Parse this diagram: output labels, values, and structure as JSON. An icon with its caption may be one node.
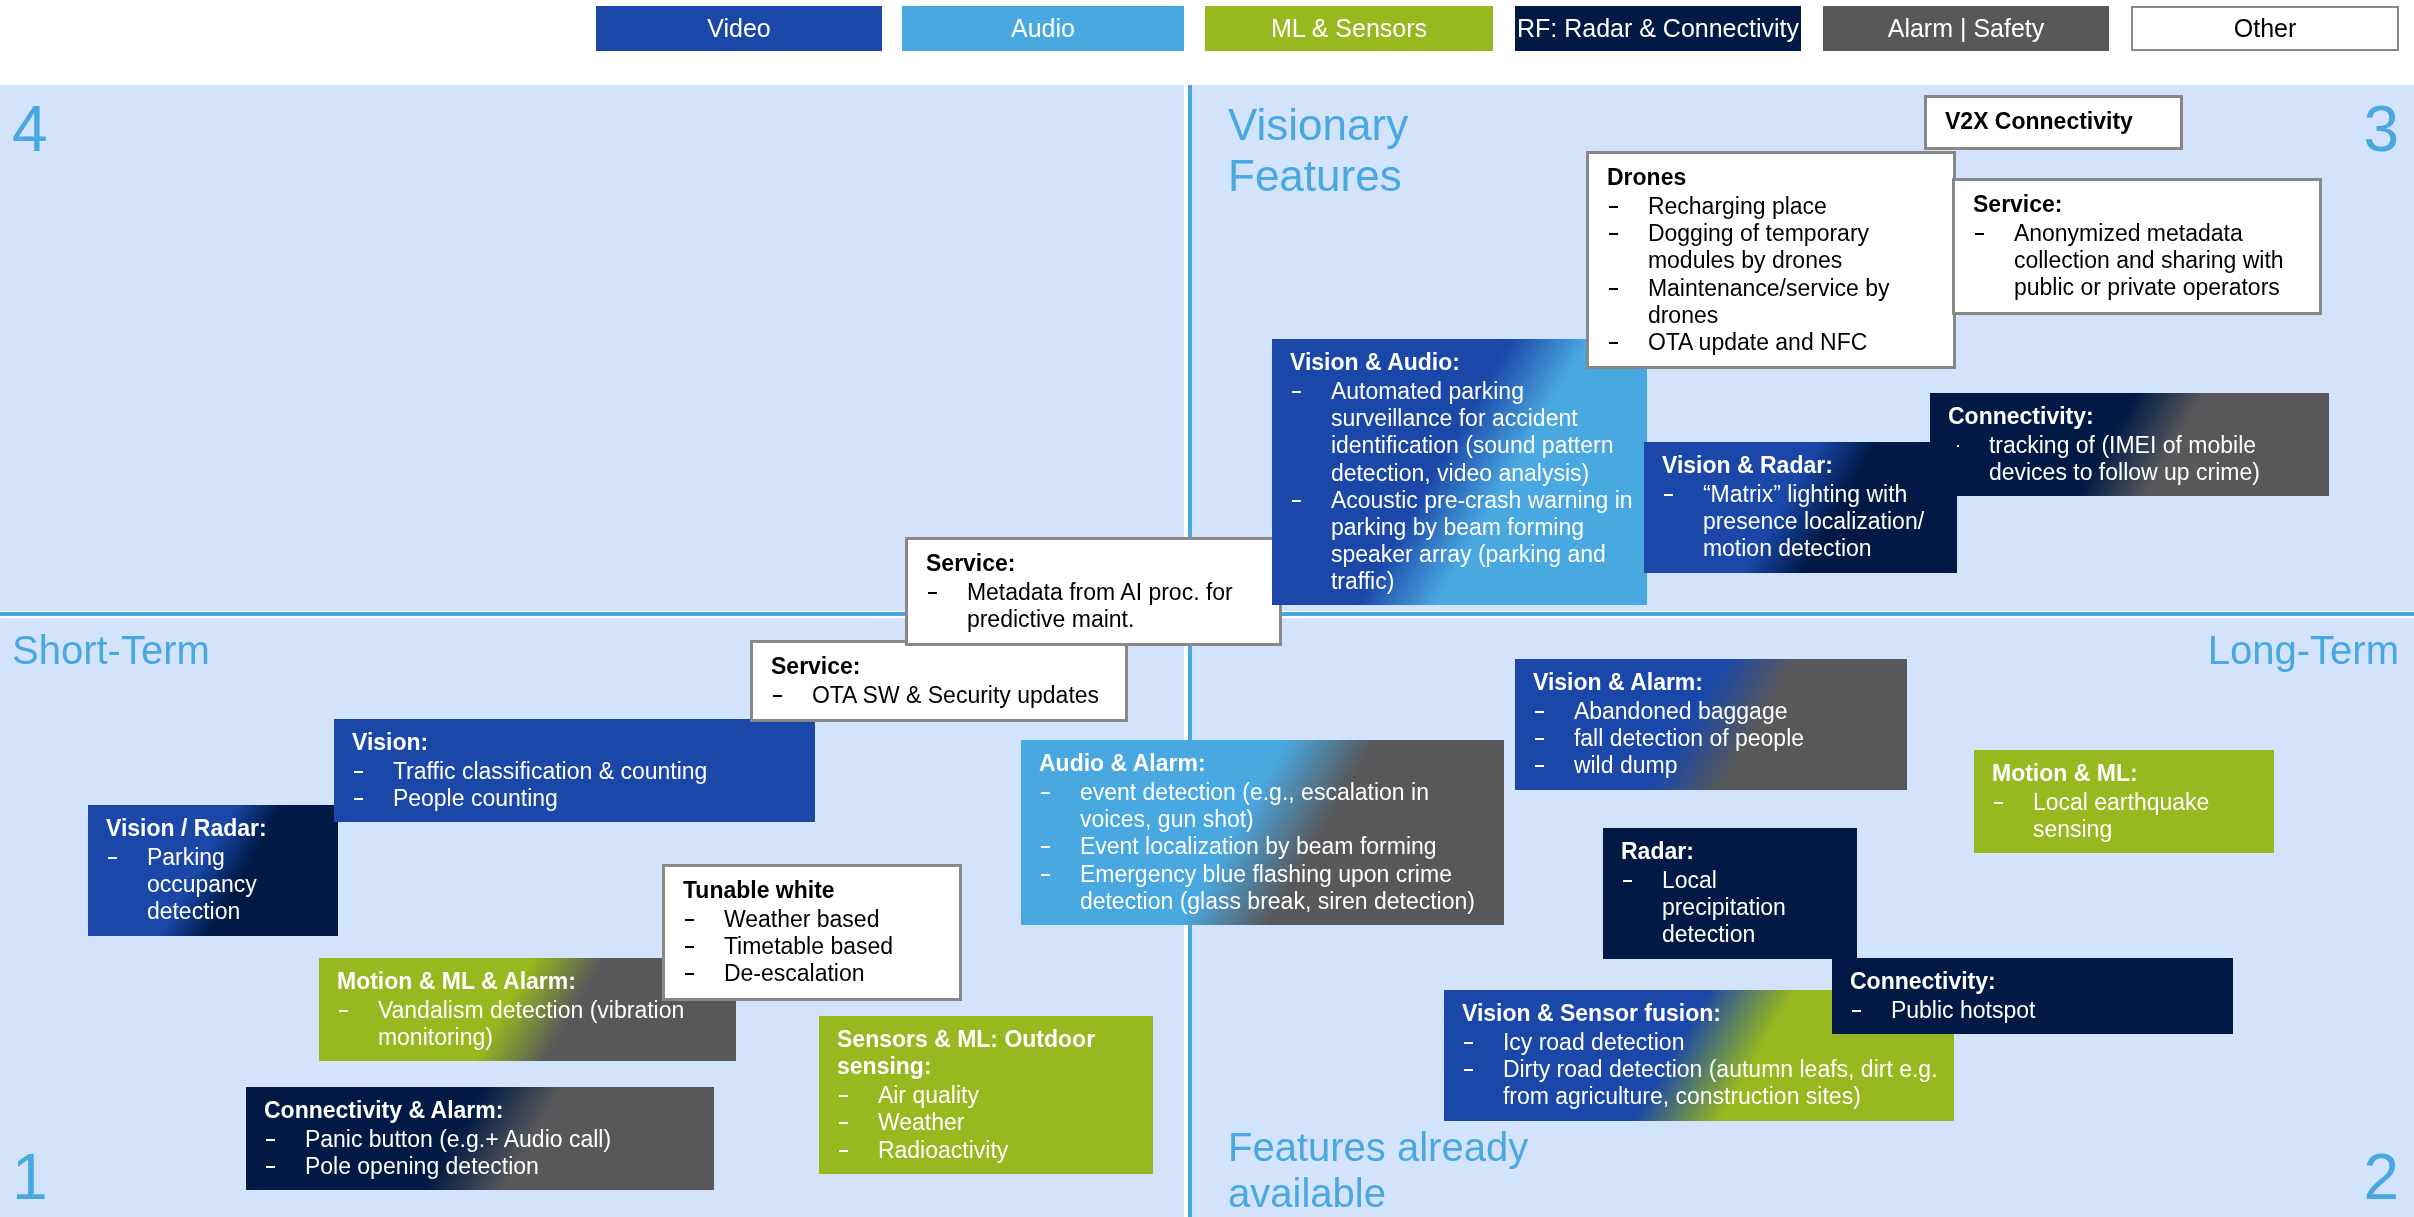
{
  "diagram": {
    "nodes": [
      {
        "text": [
          "Vision / Radar:",
          "Parking occupancy detection"
        ]
      },
      {
        "text": [
          "Vision:",
          "Traffic classification & counting",
          "People counting"
        ]
      },
      {
        "text": [
          "Motion & ML & Alarm:",
          "Vandalism detection (vibration monitoring)"
        ]
      },
      {
        "text": [
          "Tunable white",
          "Weather based",
          "Timetable based",
          "De-escalation"
        ]
      },
      {
        "text": [
          "Connectivity & Alarm:",
          "Panic button (e.g.+ Audio call)",
          "Pole opening detection"
        ]
      },
      {
        "text": [
          "Service:",
          "OTA SW & Security updates"
        ]
      },
      {
        "text": [
          "Service:",
          "Metadata from AI proc. for predictive maint."
        ]
      },
      {
        "text": [
          "Sensors & ML: Outdoor sensing:",
          "Air quality",
          "Weather",
          "Radioactivity"
        ]
      },
      {
        "text": [
          "Audio & Alarm:",
          "event detection (e.g., escalation in voices, gun shot)",
          "Event localization by beam forming",
          "Emergency blue flashing upon crime detection (glass break, siren detection)"
        ]
      },
      {
        "text": [
          "Vision & Audio:",
          "Automated parking surveillance for accident identification (sound pattern detection, video analysis)",
          "Acoustic pre-crash warning in parking by beam forming speaker array (parking and traffic)"
        ]
      },
      {
        "text": [
          "Drones",
          "Recharging place",
          "Dogging of temporary modules by drones",
          "Maintenance/service by drones",
          "OTA update and NFC"
        ]
      },
      {
        "text": [
          "V2X Connectivity"
        ]
      },
      {
        "text": [
          "Service:",
          "Anonymized metadata collection and sharing with public or private operators"
        ]
      },
      {
        "text": [
          "Connectivity:",
          "tracking of (IMEI of mobile devices to follow up crime)"
        ]
      },
      {
        "text": [
          "Vision & Radar:",
          "“Matrix” lighting with presence localization/ motion detection"
        ]
      },
      {
        "text": [
          "Vision & Alarm:",
          "Abandoned baggage",
          "fall detection of people",
          "wild dump"
        ]
      },
      {
        "text": [
          "Motion & ML:",
          "Local earthquake sensing"
        ]
      },
      {
        "text": [
          "Radar:",
          "Local precipitation detection"
        ]
      },
      {
        "text": [
          "Connectivity:",
          "Public hotspot"
        ]
      },
      {
        "text": [
          "Vision & Sensor fusion:",
          "Icy road detection",
          "Dirty road detection (autumn leafs, dirt e.g. from agriculture, construction sites)"
        ]
      }
    ],
    "labels": [
      "4",
      "Visionary Features",
      "3",
      "Short-Term",
      "Long-Term",
      "1",
      "Features already available",
      "2"
    ],
    "legend": [
      {
        "text": "Video",
        "color": "#1a47a8"
      },
      {
        "text": "Audio",
        "color": "#4aa8e0"
      },
      {
        "text": "ML & Sensors",
        "color": "#97b81e"
      },
      {
        "text": "RF: Radar & Connectivity",
        "color": "#001a45"
      },
      {
        "text": "Alarm | Safety",
        "color": "#58585a"
      },
      {
        "text": "Other",
        "color": "#ffffff"
      }
    ]
  }
}
